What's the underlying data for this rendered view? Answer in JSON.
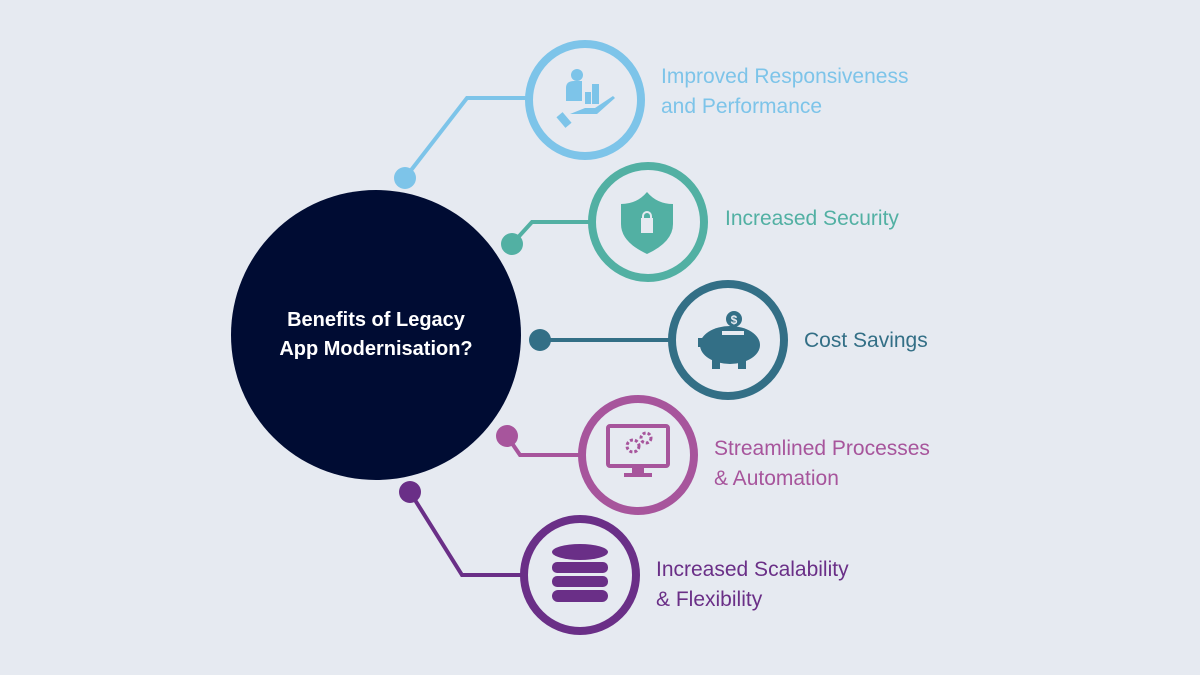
{
  "center": {
    "line1": "Benefits of Legacy",
    "line2": "App Modernisation?",
    "color": "#000c33"
  },
  "benefits": [
    {
      "line1": "Improved Responsiveness",
      "line2": "and Performance",
      "icon": "hand-chart-icon",
      "color": "#7dc4e9"
    },
    {
      "line1": "Increased Security",
      "icon": "shield-lock-icon",
      "color": "#52b0a3"
    },
    {
      "line1": "Cost Savings",
      "icon": "piggy-bank-icon",
      "color": "#336f86"
    },
    {
      "line1": "Streamlined Processes",
      "line2": "& Automation",
      "icon": "monitor-gears-icon",
      "color": "#a7559c"
    },
    {
      "line1": "Increased Scalability",
      "line2": "& Flexibility",
      "icon": "database-icon",
      "color": "#6a2f87"
    }
  ]
}
